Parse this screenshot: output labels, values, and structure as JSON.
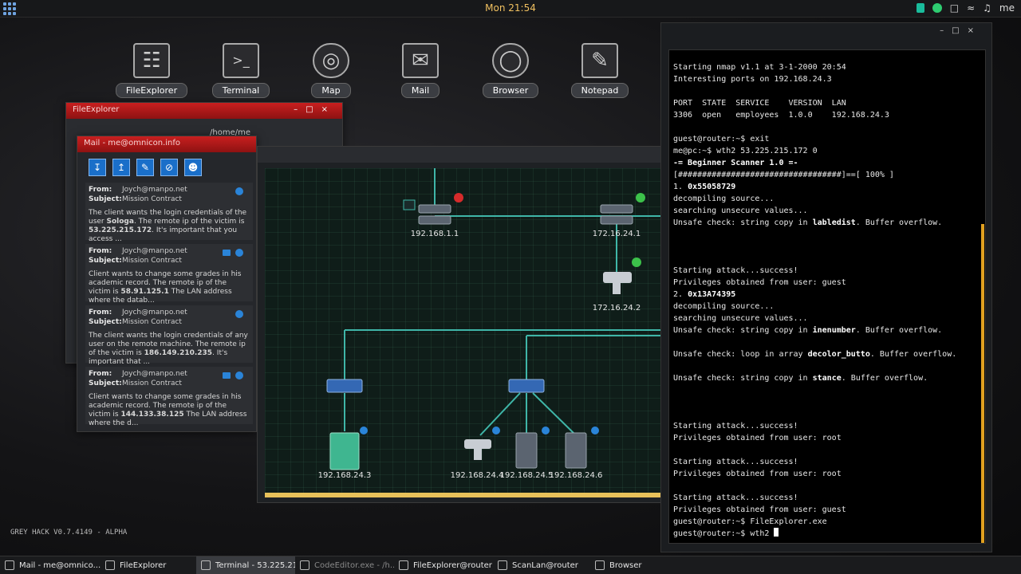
{
  "topbar": {
    "clock": "Mon 21:54",
    "user": "me"
  },
  "desktop_icons": [
    {
      "label": "FileExplorer",
      "icon": "file-explorer-icon"
    },
    {
      "label": "Terminal",
      "icon": "terminal-icon"
    },
    {
      "label": "Map",
      "icon": "globe-icon"
    },
    {
      "label": "Mail",
      "icon": "envelope-icon"
    },
    {
      "label": "Browser",
      "icon": "browser-globe-icon"
    },
    {
      "label": "Notepad",
      "icon": "notepad-icon"
    }
  ],
  "file_explorer": {
    "title": "FileExplorer",
    "path": "/home/me"
  },
  "mail": {
    "title": "Mail - me@omnicon.info",
    "messages": [
      {
        "from_label": "From:",
        "from": "Joych@manpo.net",
        "subject_label": "Subject:",
        "subject": "Mission Contract",
        "body_pre": "The client wants the login credentials of the user ",
        "body_bold1": "Sologa",
        "body_mid": ". The remote ip of the victim is ",
        "body_bold2": "53.225.215.172",
        "body_post": ". It's important that you access ..."
      },
      {
        "from_label": "From:",
        "from": "Joych@manpo.net",
        "subject_label": "Subject:",
        "subject": "Mission Contract",
        "body_pre": "Client wants to change some grades in his academic record. The remote ip of the victim is ",
        "body_bold1": "",
        "body_mid": "",
        "body_bold2": "58.91.125.1",
        "body_post": " The LAN address where the datab..."
      },
      {
        "from_label": "From:",
        "from": "Joych@manpo.net",
        "subject_label": "Subject:",
        "subject": "Mission Contract",
        "body_pre": "The client wants the login credentials of any user on the remote machine. The remote ip of the victim is ",
        "body_bold1": "",
        "body_mid": "",
        "body_bold2": "186.149.210.235",
        "body_post": ". It's important that ..."
      },
      {
        "from_label": "From:",
        "from": "Joych@manpo.net",
        "subject_label": "Subject:",
        "subject": "Mission Contract",
        "body_pre": "Client wants to change some grades in his academic record. The remote ip of the victim is ",
        "body_bold1": "",
        "body_mid": "",
        "body_bold2": "144.133.38.125",
        "body_post": " The LAN address where the d..."
      }
    ]
  },
  "map": {
    "nodes": [
      {
        "label": "192.168.1.1"
      },
      {
        "label": "172.16.24.1"
      },
      {
        "label": "172.16.24.2"
      },
      {
        "label": "192.168.24.3"
      },
      {
        "label": "192.168.24.4"
      },
      {
        "label": "192.168.24.5"
      },
      {
        "label": "192.168.24.6"
      }
    ]
  },
  "terminal": {
    "lines": [
      "Starting nmap v1.1 at 3-1-2000 20:54",
      "Interesting ports on 192.168.24.3",
      "",
      "PORT  STATE  SERVICE    VERSION  LAN",
      "3306  open   employees  1.0.0    192.168.24.3",
      "",
      "guest@router:~$ exit",
      "me@pc:~$ wth2 53.225.215.172 0",
      "-= Beginner Scanner 1.0 =-",
      "[##################################]==[ 100% ]",
      "1. 0x55058729",
      "decompiling source...",
      "searching unsecure values...",
      "Unsafe check: string copy in labledist. Buffer overflow.",
      "",
      "",
      "",
      "Starting attack...success!",
      "Privileges obtained from user: guest",
      "2. 0x13A74395",
      "decompiling source...",
      "searching unsecure values...",
      "Unsafe check: string copy in inenumber. Buffer overflow.",
      "",
      "Unsafe check: loop in array decolor_butto. Buffer overflow.",
      "",
      "Unsafe check: string copy in stance. Buffer overflow.",
      "",
      "",
      "",
      "Starting attack...success!",
      "Privileges obtained from user: root",
      "",
      "Starting attack...success!",
      "Privileges obtained from user: root",
      "",
      "Starting attack...success!",
      "Privileges obtained from user: guest",
      "guest@router:~$ FileExplorer.exe",
      "guest@router:~$ wth2 "
    ]
  },
  "version": "GREY HACK V0.7.4149 - ALPHA",
  "taskbar": [
    {
      "label": "Mail - me@omnico...",
      "state": "normal"
    },
    {
      "label": "FileExplorer",
      "state": "normal"
    },
    {
      "label": "Terminal - 53.225.21...",
      "state": "active"
    },
    {
      "label": "CodeEditor.exe - /h...",
      "state": "dim"
    },
    {
      "label": "FileExplorer@router",
      "state": "normal"
    },
    {
      "label": "ScanLan@router",
      "state": "normal"
    },
    {
      "label": "Browser",
      "state": "normal"
    }
  ]
}
